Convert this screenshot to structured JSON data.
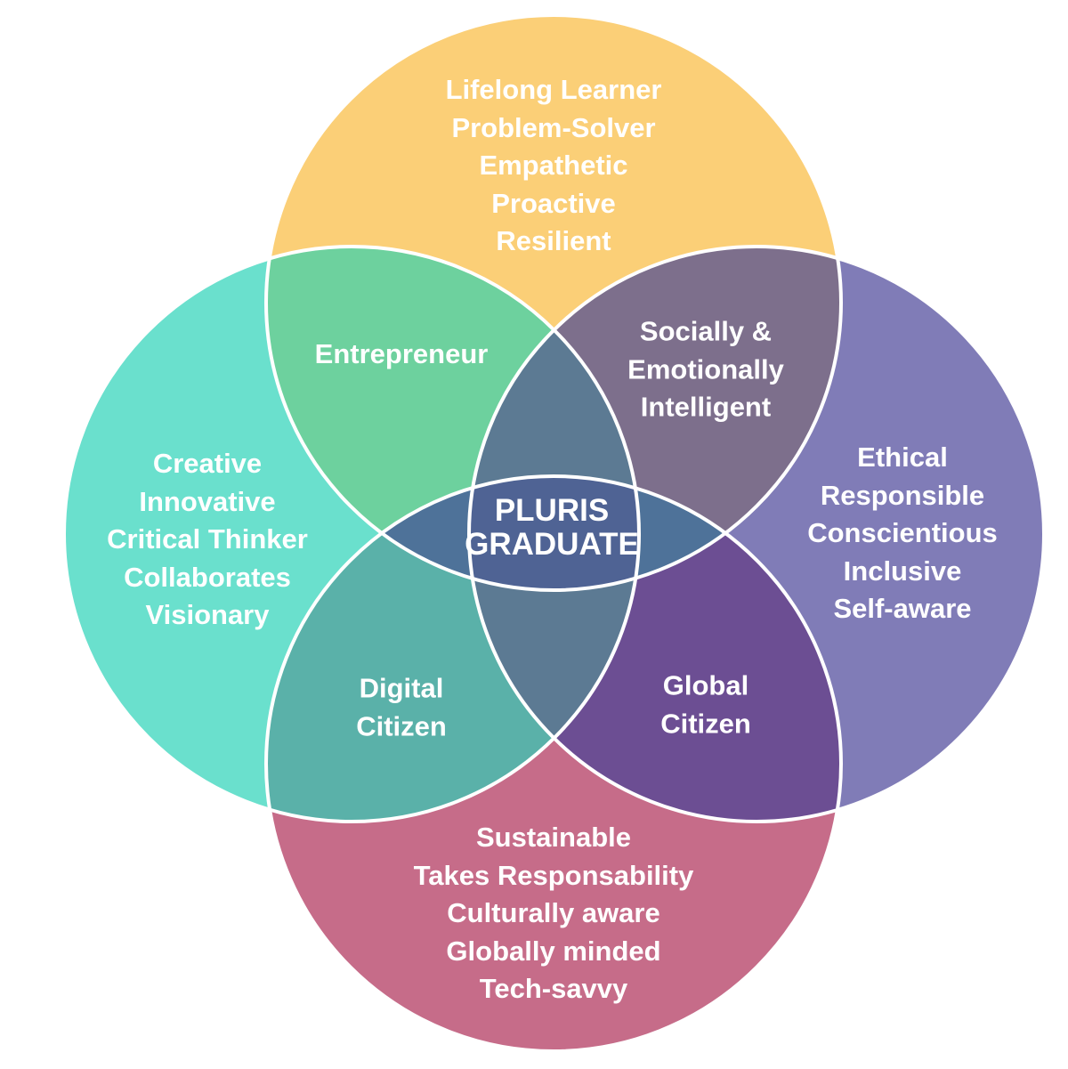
{
  "colors": {
    "top": "#fbcf77",
    "left": "#6ae0cd",
    "right": "#807cb7",
    "bottom": "#c66c89",
    "top_left": "#6dd19e",
    "top_right": "#7d6f8c",
    "bottom_left": "#5ab1a9",
    "bottom_right": "#6c4e93",
    "center_vertical": "#4e7299",
    "center_horizontal": "#5c7a93",
    "center": "#4f6394",
    "outline": "#ffffff"
  },
  "regions": {
    "top": [
      "Lifelong Learner",
      "Problem-Solver",
      "Empathetic",
      "Proactive",
      "Resilient"
    ],
    "left": [
      "Creative",
      "Innovative",
      "Critical Thinker",
      "Collaborates",
      "Visionary"
    ],
    "right": [
      "Ethical",
      "Responsible",
      "Conscientious",
      "Inclusive",
      "Self-aware"
    ],
    "bottom": [
      "Sustainable",
      "Takes Responsability",
      "Culturally aware",
      "Globally minded",
      "Tech-savvy"
    ],
    "top_left": [
      "Entrepreneur"
    ],
    "top_right": [
      "Socially &",
      "Emotionally",
      "Intelligent"
    ],
    "bottom_left": [
      "Digital",
      "Citizen"
    ],
    "bottom_right": [
      "Global",
      "Citizen"
    ],
    "center": [
      "PLURIS",
      "GRADUATE"
    ]
  }
}
